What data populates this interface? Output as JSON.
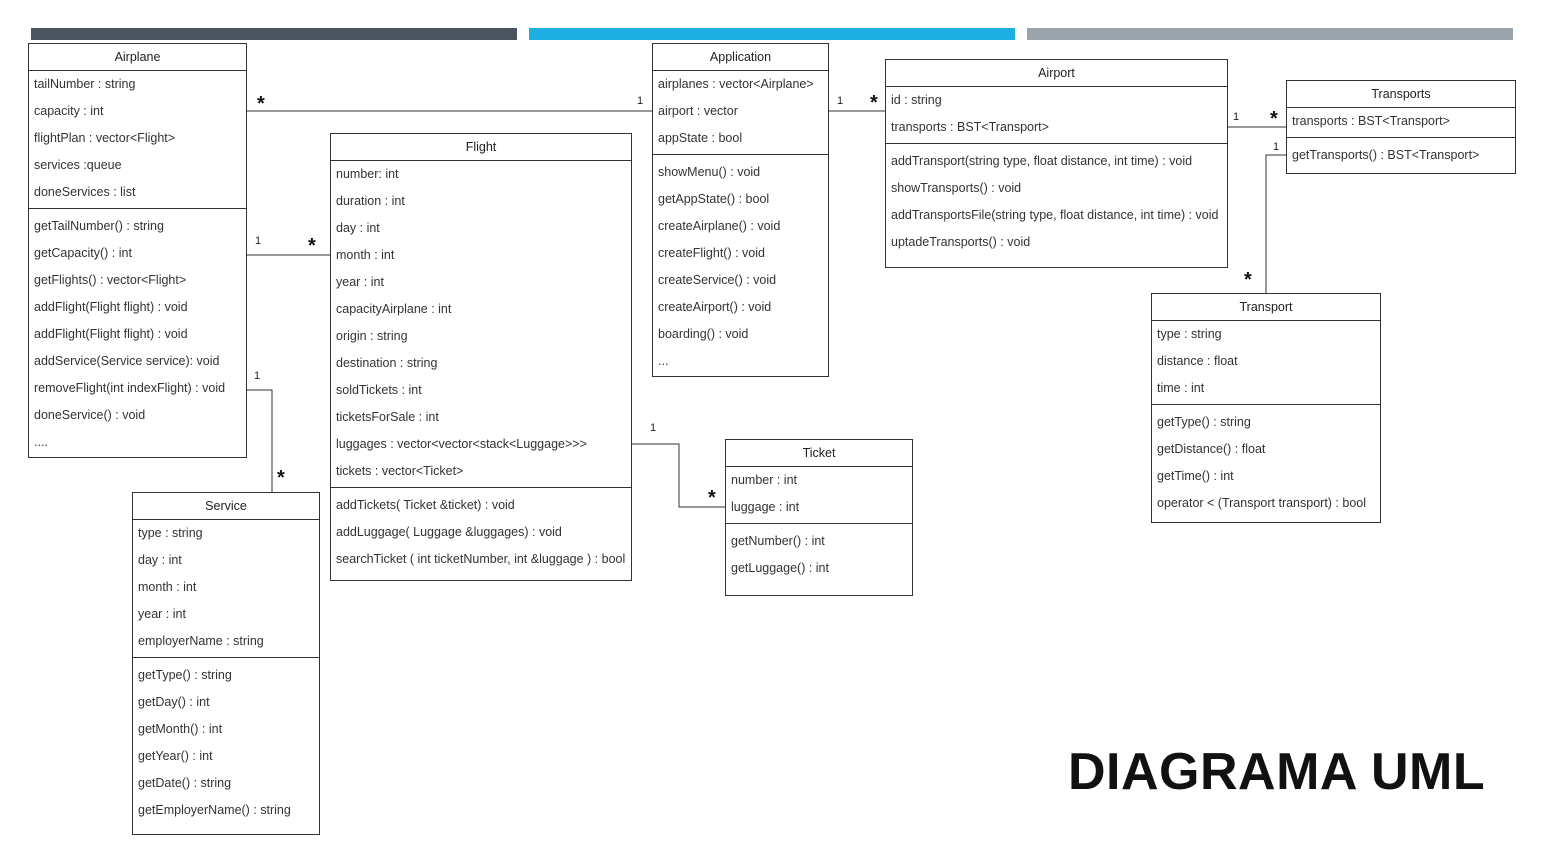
{
  "title": "DIAGRAMA UML",
  "colors": {
    "bar_dark": "#4a5560",
    "bar_accent": "#1fb0e3",
    "bar_light": "#9ba3ab",
    "line": "#333333"
  },
  "classes": {
    "airplane": {
      "name": "Airplane",
      "attributes": [
        "tailNumber : string",
        "capacity : int",
        "flightPlan : vector<Flight>",
        "services :queue",
        "doneServices : list"
      ],
      "operations": [
        "getTailNumber() : string",
        "getCapacity() : int",
        "getFlights() : vector<Flight>",
        "addFlight(Flight flight) : void",
        "addFlight(Flight flight) : void",
        "addService(Service service): void",
        "removeFlight(int indexFlight) : void",
        "doneService() : void",
        "...."
      ]
    },
    "flight": {
      "name": "Flight",
      "attributes": [
        "number: int",
        "duration : int",
        "day : int",
        "month : int",
        "year : int",
        "capacityAirplane : int",
        "origin : string",
        "destination : string",
        "soldTickets : int",
        "ticketsForSale : int",
        "luggages : vector<vector<stack<Luggage>>>",
        "tickets : vector<Ticket>"
      ],
      "operations": [
        "addTickets( Ticket &ticket) : void",
        "addLuggage( Luggage &luggages) : void",
        "searchTicket ( int ticketNumber, int &luggage ) : bool"
      ]
    },
    "application": {
      "name": "Application",
      "attributes": [
        "airplanes : vector<Airplane>",
        "airport : vector",
        "appState : bool"
      ],
      "operations": [
        "showMenu() : void",
        "getAppState() : bool",
        "createAirplane() : void",
        "createFlight() : void",
        "createService() : void",
        "createAirport() : void",
        "boarding() : void",
        "..."
      ]
    },
    "airport": {
      "name": "Airport",
      "attributes": [
        "id : string",
        "transports : BST<Transport>"
      ],
      "operations": [
        "addTransport(string type, float distance, int time) : void",
        "showTransports() : void",
        "addTransportsFile(string type, float distance, int time) : void",
        "uptadeTransports() : void"
      ]
    },
    "transports": {
      "name": "Transports",
      "attributes": [
        "transports : BST<Transport>"
      ],
      "operations": [
        "getTransports() : BST<Transport>"
      ]
    },
    "transport": {
      "name": "Transport",
      "attributes": [
        "type : string",
        "distance : float",
        "time : int"
      ],
      "operations": [
        "getType() : string",
        "getDistance() : float",
        "getTime() : int",
        "operator < (Transport transport) : bool"
      ]
    },
    "ticket": {
      "name": "Ticket",
      "attributes": [
        "number : int",
        "luggage : int"
      ],
      "operations": [
        "getNumber() : int",
        "getLuggage() : int"
      ]
    },
    "service": {
      "name": "Service",
      "attributes": [
        "type : string",
        "day : int",
        "month : int",
        "year : int",
        "employerName : string"
      ],
      "operations": [
        "getType() : string",
        "getDay() : int",
        "getMonth() : int",
        "getYear() : int",
        "getDate() : string",
        "getEmployerName() : string"
      ]
    }
  },
  "associations": [
    {
      "from": "Airplane",
      "to": "Application",
      "from_mult": "*",
      "to_mult": "1"
    },
    {
      "from": "Airplane",
      "to": "Flight",
      "from_mult": "1",
      "to_mult": "*"
    },
    {
      "from": "Airplane",
      "to": "Service",
      "from_mult": "1",
      "to_mult": "*"
    },
    {
      "from": "Application",
      "to": "Airport",
      "from_mult": "1",
      "to_mult": "*"
    },
    {
      "from": "Airport",
      "to": "Transports",
      "from_mult": "1",
      "to_mult": "*"
    },
    {
      "from": "Transports",
      "to": "Transport",
      "from_mult": "1",
      "to_mult": "*"
    },
    {
      "from": "Flight",
      "to": "Ticket",
      "from_mult": "1",
      "to_mult": "*"
    }
  ]
}
